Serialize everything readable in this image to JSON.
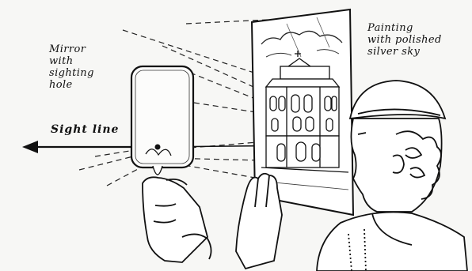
{
  "labels": {
    "mirror": "Mirror\nwith\nsighting\nhole",
    "sight_line": "Sight line",
    "painting": "Painting\nwith polished\nsilver sky"
  }
}
